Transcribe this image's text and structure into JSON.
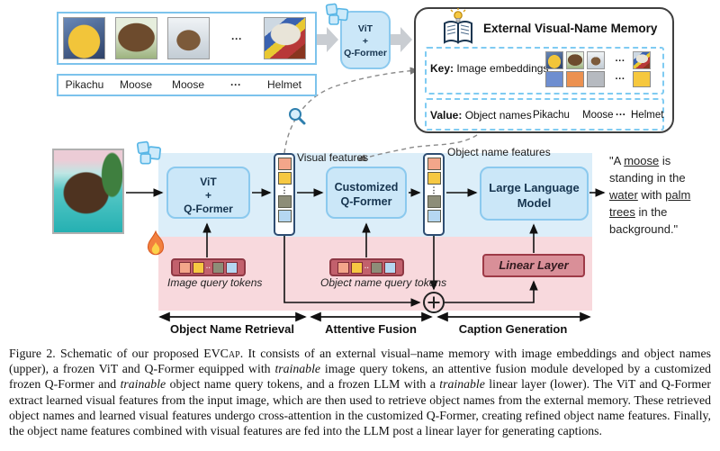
{
  "figure": {
    "top": {
      "image_labels": [
        "Pikachu",
        "Moose",
        "Moose",
        "···",
        "Helmet"
      ],
      "images_dots": "···",
      "encoder_lines": [
        "ViT",
        "+",
        "Q-Former"
      ],
      "memory": {
        "title": "External Visual-Name Memory",
        "key_label": "Key:",
        "key_desc": " Image embeddings",
        "key_dots_top": "···",
        "key_dots_bottom": "···",
        "value_label": "Value:",
        "value_desc": " Object names",
        "value_items": [
          "Pikachu",
          "Moose",
          "···",
          "Helmet"
        ]
      }
    },
    "middle": {
      "encoder_lines": [
        "ViT",
        "+",
        "Q-Former"
      ],
      "visual_features_label": "Visual features",
      "customized_lines": [
        "Customized",
        "Q-Former"
      ],
      "object_name_features_label": "Object name features",
      "llm_lines": [
        "Large Language",
        "Model"
      ],
      "stack_dots": "⋮",
      "output_segments": [
        {
          "t": "\"A "
        },
        {
          "t": "moose",
          "u": true
        },
        {
          "t": " is standing in the "
        },
        {
          "t": "water",
          "u": true
        },
        {
          "t": " with "
        },
        {
          "t": "palm trees",
          "u": true
        },
        {
          "t": " in the background.\""
        }
      ]
    },
    "bottom": {
      "image_query_label": "Image query tokens",
      "object_query_label": "Object name query tokens",
      "linear_layer_label": "Linear Layer",
      "token_row_dots": "··",
      "stages": [
        "Object Name Retrieval",
        "Attentive Fusion",
        "Caption Generation"
      ]
    },
    "icons": {
      "snowflake": "frozen-ice-cubes",
      "flame": "trainable-flame",
      "magnifier": "retrieval-search",
      "book": "memory-book-with-bulb",
      "plus_circle": "element-wise-add"
    },
    "colors": {
      "region_blue": "#dceef9",
      "region_pink": "#f8d9dd",
      "box_blue_fill": "#cbe7f8",
      "box_blue_border": "#8bc9ee",
      "token_red_fill": "#c2606c",
      "linear_layer_fill": "#d98f98",
      "memory_dash_blue": "#7fcbf2",
      "key_square_blue": "#6e8ed0",
      "key_square_orange": "#ec9150",
      "key_square_gray": "#b6bac0",
      "key_square_yellow": "#f6c83e",
      "token_salmon": "#f3a68a",
      "token_yellow": "#f6c842",
      "token_olive": "#8d8d78",
      "token_lightblue": "#b5d7f1"
    }
  },
  "caption": {
    "segments": [
      {
        "t": "Figure 2. Schematic of our proposed EVC"
      },
      {
        "t": "ap",
        "sc": true
      },
      {
        "t": ". It consists of an external visual–name memory with image embeddings and object names (upper), a frozen ViT and Q-Former equipped with "
      },
      {
        "t": "trainable",
        "i": true
      },
      {
        "t": " image query tokens, an attentive fusion module developed by a customized frozen Q-Former and "
      },
      {
        "t": "trainable",
        "i": true
      },
      {
        "t": " object name query tokens, and a frozen LLM with a "
      },
      {
        "t": "trainable",
        "i": true
      },
      {
        "t": " linear layer (lower). The ViT and Q-Former extract learned visual features from the input image, which are then used to retrieve object names from the external memory. These retrieved object names and learned visual features undergo cross-attention in the customized Q-Former, creating refined object name features. Finally, the object name features combined with visual features are fed into the LLM post a linear layer for generating captions."
      }
    ]
  }
}
